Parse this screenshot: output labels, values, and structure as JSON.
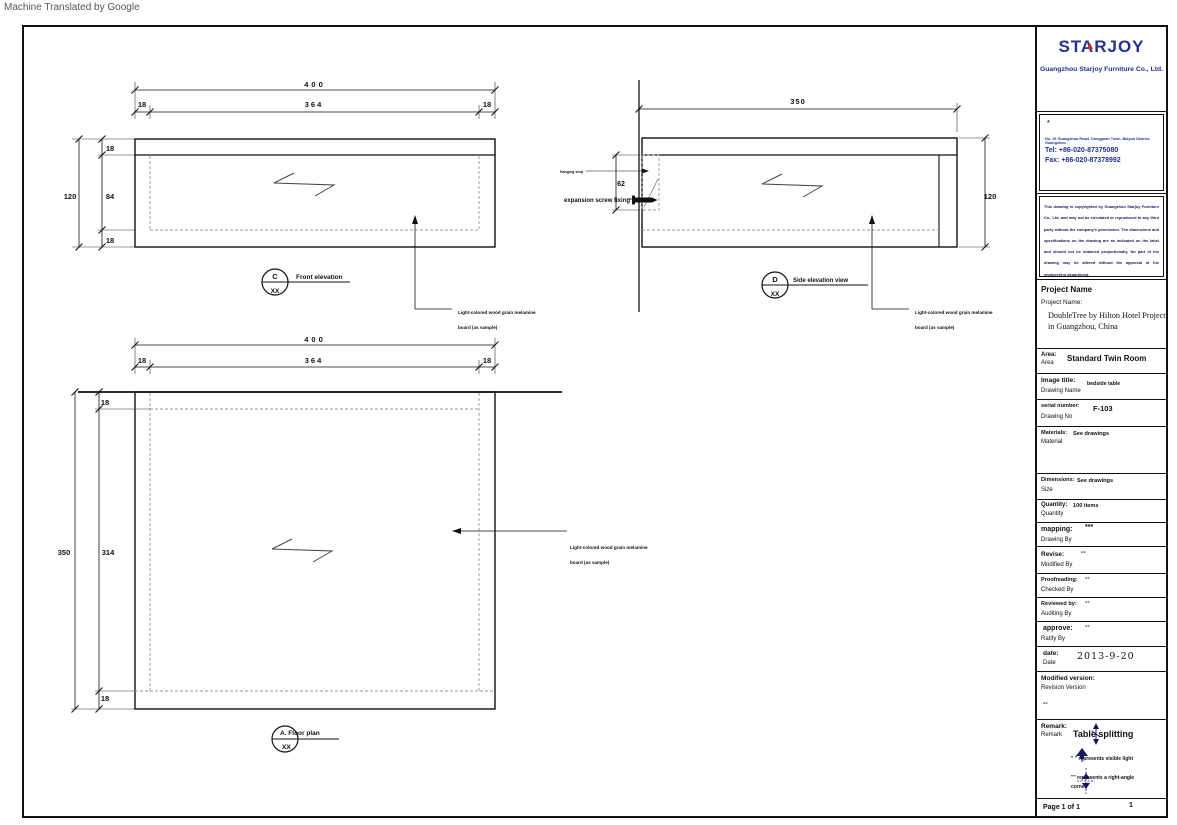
{
  "page": {
    "machine_translated": "Machine Translated by Google",
    "page_label": "Page  1 of  1",
    "page_number": "1"
  },
  "colors": {
    "brand_blue": "#23318f",
    "brand_red": "#d8231f",
    "dark_navy": "#15155e",
    "line_black": "#111111",
    "dashed_gray": "#999999"
  },
  "title_block": {
    "logo": "STARJOY",
    "company": "Guangzhou Starjoy Furniture Co., Ltd.",
    "bullet": "*",
    "address": "No. 15 Guangzhou Road, Dongguan Town, Baiyun District, Guangzhou",
    "tel": "Tel: +86-020-87375080",
    "fax": "Fax: +86-020-87378992",
    "disclaimer": "This drawing is copyrighted by Guangzhou Starjoy Furniture Co., Ltd, and may not be circulated or reproduced to any third party without the company's permission. The dimensions and specifications on the drawing are as indicated on the label and should not be obtained proportionally. No part of the drawing may be altered without the approval of the engineering department.",
    "project": {
      "title": "Project Name",
      "label": "Project Name:",
      "value_line1": "DoubleTree by Hilton Hotel  Project",
      "value_line2": "in Guangzhou, China"
    },
    "area": {
      "label": "Area:",
      "sub": "Area",
      "value": "Standard Twin Room"
    },
    "image_title": {
      "label": "Image title:",
      "sub": "Drawing Name",
      "value": "bedside table"
    },
    "serial": {
      "label": "serial number:",
      "sub": "Drawing No",
      "value": "F-103"
    },
    "materials": {
      "label": "Materials:",
      "sub": "Material",
      "value": "See drawings"
    },
    "dimensions": {
      "label": "Dimensions:",
      "sub": "Size",
      "value": "See drawings"
    },
    "quantity": {
      "label": "Quantity:",
      "sub": "Quantity",
      "value": "100 items"
    },
    "mapping": {
      "label": "mapping:",
      "sub": "Drawing By",
      "value": "***"
    },
    "revise": {
      "label": "Revise:",
      "sub": "Modified By",
      "value": "--"
    },
    "proofreading": {
      "label": "Proofreading:",
      "sub": "Checked By",
      "value": "--"
    },
    "reviewed": {
      "label": "Reviewed by:",
      "sub": "Auditing By",
      "value": "--"
    },
    "approve": {
      "label": "approve:",
      "sub": "Ratify By",
      "value": "--"
    },
    "date": {
      "label": "date:",
      "sub": "Date",
      "value": "2013-9-20"
    },
    "modified_version": {
      "label": "Modified version:",
      "sub": "Revision Version",
      "value": "--"
    },
    "remark": {
      "label": "Remark:",
      "sub": "Remark",
      "title": "Table splitting",
      "note1": "\" \" represents visible light",
      "note2_line1": "\"\" represents a right-angle",
      "note2_line2": "corner"
    }
  },
  "drawing": {
    "annotation": {
      "line1": "Light-colored wood grain melamine",
      "line2": "board (as sample)"
    },
    "front": {
      "letter": "C",
      "scale": "XX",
      "caption": "Front elevation",
      "w_total": "400",
      "w_left": "18",
      "w_mid": "364",
      "w_right": "18",
      "h_total": "120",
      "h_top": "18",
      "h_mid": "84",
      "h_bottom": "18"
    },
    "side": {
      "letter": "D",
      "scale": "XX",
      "caption": "Side elevation view",
      "w_total": "350",
      "h_total": "120",
      "strip": "62",
      "hanging_label": "Hanging strip",
      "screw_label": "expansion screw fixing"
    },
    "plan": {
      "caption": "A. Floor plan",
      "scale": "XX",
      "w_total": "400",
      "w_left": "18",
      "w_mid": "364",
      "w_right": "18",
      "h_total": "350",
      "h_mid": "314",
      "h_top": "18",
      "h_bottom": "18"
    }
  }
}
